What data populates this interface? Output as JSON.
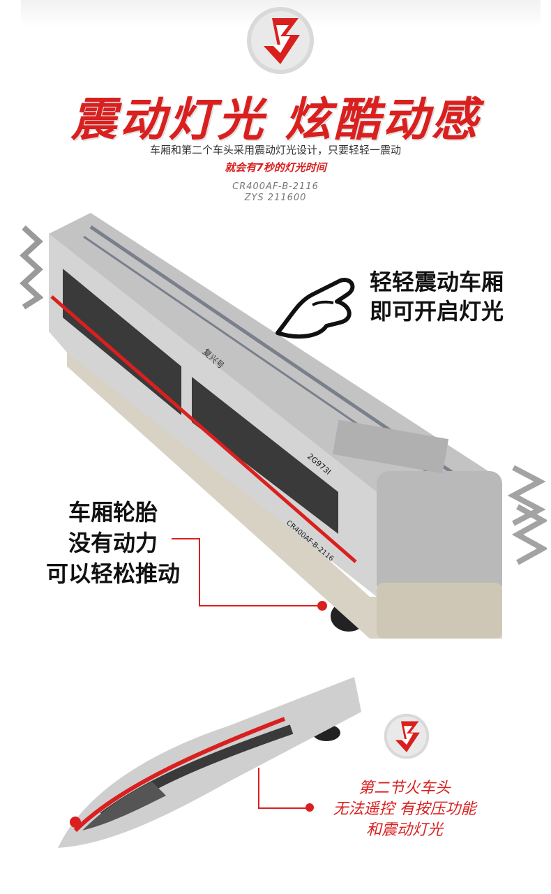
{
  "header": {
    "headline": "震动灯光  炫酷动感",
    "line1": "车厢和第二个车头采用震动灯光设计，只要轻轻一震动",
    "line2": "就会有7秒的灯光时间",
    "code1": "CR400AF-B-2116",
    "code2": "ZYS 211600"
  },
  "callouts": {
    "shake": [
      "轻轻震动车厢",
      "即可开启灯光"
    ],
    "wheels": [
      "车厢轮胎",
      "没有动力",
      "可以轻松推动"
    ],
    "head": [
      "第二节火车头",
      "无法遥控 有按压功能",
      "和震动灯光"
    ]
  },
  "train_markings": {
    "name_plate": "复兴号",
    "car_code": "CR400AF-B-2116",
    "number_plate": "2G973I"
  },
  "icons": [
    "brand-logo-icon",
    "hand-tap-icon",
    "zigzag-vibration-icon"
  ],
  "colors": {
    "accent": "#d9201f",
    "text": "#111111",
    "silver": "#c9c9c9"
  }
}
